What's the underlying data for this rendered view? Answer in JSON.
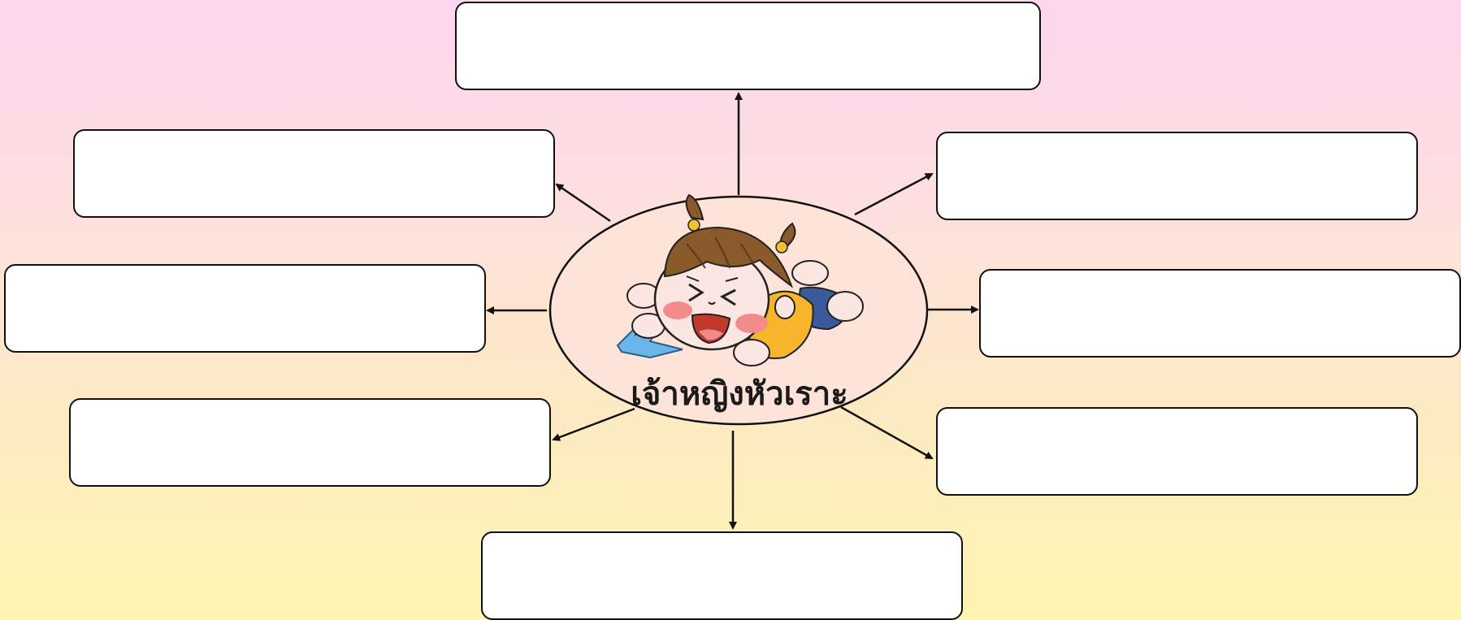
{
  "center": {
    "title": "เจ้าหญิงหัวเราะ"
  },
  "boxes": [
    {
      "id": "top",
      "text": ""
    },
    {
      "id": "upper-left",
      "text": ""
    },
    {
      "id": "upper-right",
      "text": ""
    },
    {
      "id": "left",
      "text": ""
    },
    {
      "id": "right",
      "text": ""
    },
    {
      "id": "lower-left",
      "text": ""
    },
    {
      "id": "lower-right",
      "text": ""
    },
    {
      "id": "bottom",
      "text": ""
    }
  ],
  "colors": {
    "stroke": "#111111",
    "box_fill": "#ffffff",
    "ellipse_fill": "#fde3d8"
  }
}
